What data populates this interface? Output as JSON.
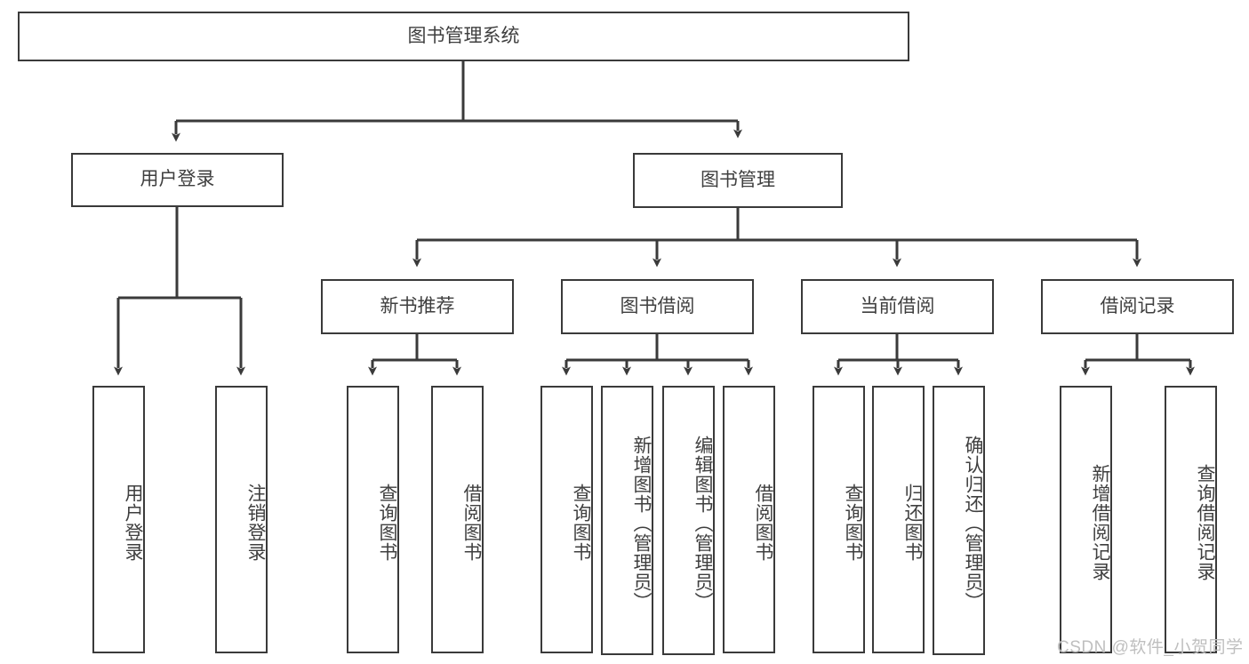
{
  "diagram": {
    "type": "tree-hierarchy",
    "title": "图书管理系统",
    "watermark": "CSDN @软件_小贺同学",
    "colors": {
      "stroke": "#3a3a3a",
      "box_fill": "#ffffff",
      "text": "#3f3f3f",
      "watermark": "#bfbfbf",
      "background": "#ffffff"
    },
    "levels": [
      {
        "level": 1,
        "nodes": [
          {
            "id": "root",
            "label": "图书管理系统",
            "orientation": "horizontal"
          }
        ]
      },
      {
        "level": 2,
        "nodes": [
          {
            "id": "l2-1",
            "label": "用户登录",
            "orientation": "horizontal",
            "parent": "root"
          },
          {
            "id": "l2-2",
            "label": "图书管理",
            "orientation": "horizontal",
            "parent": "root"
          }
        ]
      },
      {
        "level": 3,
        "nodes": [
          {
            "id": "l3-1",
            "label": "新书推荐",
            "orientation": "horizontal",
            "parent": "l2-2"
          },
          {
            "id": "l3-2",
            "label": "图书借阅",
            "orientation": "horizontal",
            "parent": "l2-2"
          },
          {
            "id": "l3-3",
            "label": "当前借阅",
            "orientation": "horizontal",
            "parent": "l2-2"
          },
          {
            "id": "l3-4",
            "label": "借阅记录",
            "orientation": "horizontal",
            "parent": "l2-2"
          }
        ]
      },
      {
        "level": 4,
        "nodes": [
          {
            "id": "leaf-1",
            "label": "用户登录",
            "orientation": "vertical",
            "parent": "l2-1"
          },
          {
            "id": "leaf-2",
            "label": "注销登录",
            "orientation": "vertical",
            "parent": "l2-1"
          },
          {
            "id": "leaf-3",
            "label": "查询图书",
            "orientation": "vertical",
            "parent": "l3-1"
          },
          {
            "id": "leaf-4",
            "label": "借阅图书",
            "orientation": "vertical",
            "parent": "l3-1"
          },
          {
            "id": "leaf-5",
            "label": "查询图书",
            "orientation": "vertical",
            "parent": "l3-2"
          },
          {
            "id": "leaf-6",
            "label": "新增图书（管理员）",
            "orientation": "vertical",
            "parent": "l3-2"
          },
          {
            "id": "leaf-7",
            "label": "编辑图书（管理员）",
            "orientation": "vertical",
            "parent": "l3-2"
          },
          {
            "id": "leaf-8",
            "label": "借阅图书",
            "orientation": "vertical",
            "parent": "l3-2"
          },
          {
            "id": "leaf-9",
            "label": "查询图书",
            "orientation": "vertical",
            "parent": "l3-3"
          },
          {
            "id": "leaf-10",
            "label": "归还图书",
            "orientation": "vertical",
            "parent": "l3-3"
          },
          {
            "id": "leaf-11",
            "label": "确认归还（管理员）",
            "orientation": "vertical",
            "parent": "l3-3"
          },
          {
            "id": "leaf-12",
            "label": "新增借阅记录",
            "orientation": "vertical",
            "parent": "l3-4"
          },
          {
            "id": "leaf-13",
            "label": "查询借阅记录",
            "orientation": "vertical",
            "parent": "l3-4"
          }
        ]
      }
    ]
  }
}
